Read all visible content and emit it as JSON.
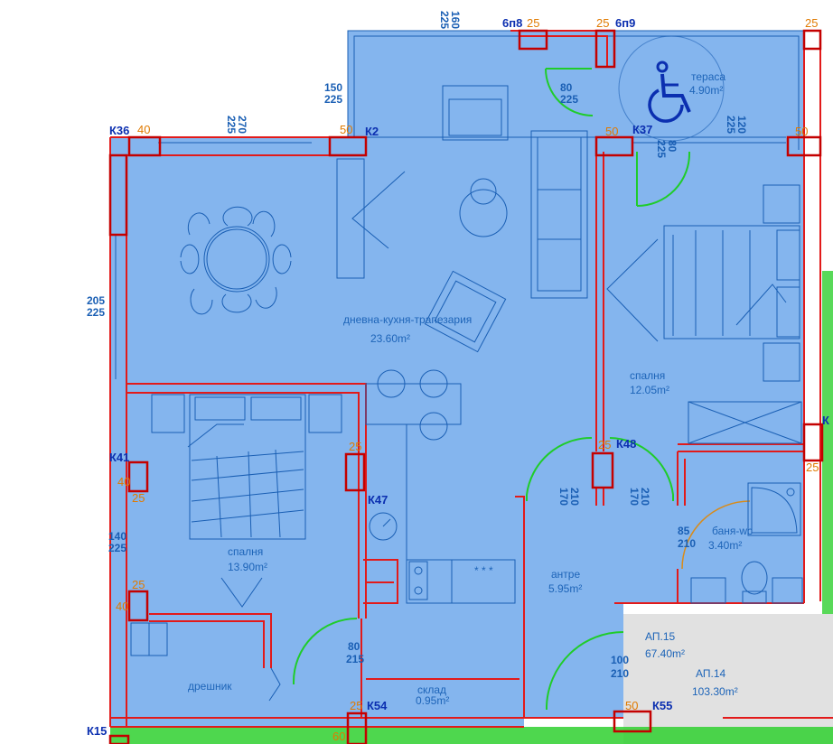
{
  "rooms": {
    "living": {
      "name": "дневна-кухня-трапезария",
      "area": "23.60m²"
    },
    "terrace": {
      "name": "тераса",
      "area": "4.90m²"
    },
    "bedroom_right": {
      "name": "спалня",
      "area": "12.05m²"
    },
    "bedroom_left": {
      "name": "спалня",
      "area": "13.90m²"
    },
    "entrance": {
      "name": "антре",
      "area": "5.95m²"
    },
    "bath": {
      "name": "баня-wc",
      "area": "3.40m²"
    },
    "wardrobe": {
      "name": "дрешник"
    },
    "storage": {
      "name": "склад",
      "area": "0.95m²"
    }
  },
  "apartments": {
    "ap15": {
      "name": "АП.15",
      "area": "67.40m²"
    },
    "ap14": {
      "name": "АП.14",
      "area": "103.30m²"
    }
  },
  "columns": [
    "К36",
    "К2",
    "К37",
    "К41",
    "К47",
    "К48",
    "К54",
    "К55",
    "К15",
    "К",
    "6п8",
    "6п9"
  ],
  "dimensions": {
    "d1": [
      "150",
      "225"
    ],
    "d2": [
      "80",
      "225"
    ],
    "d3": [
      "205",
      "225"
    ],
    "d4": [
      "140",
      "225"
    ],
    "d5": [
      "85",
      "210"
    ],
    "d6": [
      "80",
      "215"
    ],
    "d7": [
      "100",
      "210"
    ],
    "d8": [
      "170",
      "210"
    ],
    "d9": [
      "170",
      "210"
    ],
    "d10": [
      "225",
      "160"
    ],
    "d11": [
      "225",
      "80"
    ],
    "d12": [
      "225",
      "120"
    ],
    "d13": [
      "225",
      "270"
    ]
  },
  "thickness": {
    "t25": "25",
    "t40": "40",
    "t50": "50",
    "t60": "60"
  },
  "colors": {
    "room_fill": "#84b5ee",
    "terrace_fill": "#9cc9f3",
    "wall": "#e21a1a",
    "door": "#1fcc2a",
    "neighbor": "#e1e1e1",
    "green": "#2fd02f",
    "text": "#1a5fb4"
  },
  "icons": {
    "accessibility": "wheelchair-icon",
    "stove": "stove-burners-icon"
  },
  "stove_marks": "* * *"
}
